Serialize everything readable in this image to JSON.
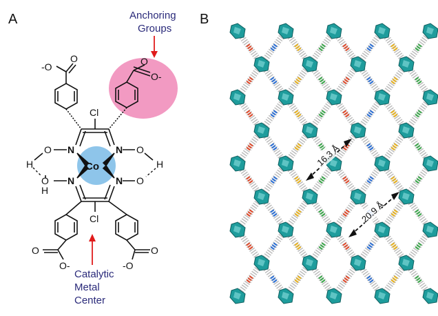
{
  "panels": {
    "a": {
      "label": "A"
    },
    "b": {
      "label": "B"
    }
  },
  "molecule": {
    "metal": "Co",
    "halide_top": "Cl",
    "halide_bottom": "Cl",
    "n": "N",
    "o": "O",
    "h": "H",
    "carbonyl_o": "O",
    "carboxylate_o": "-O",
    "carboxylate_o_right": "O-"
  },
  "callouts": {
    "anchoring_line1": "Anchoring",
    "anchoring_line2": "Groups",
    "catalytic_line1": "Catalytic",
    "catalytic_line2": "Metal",
    "catalytic_line3": "Center"
  },
  "dimensions": {
    "pore_small": "16.3 Å",
    "pore_large": "20.9 Å"
  },
  "colors": {
    "anchor_highlight": "#f29ac2",
    "metal_highlight": "#8ec5ea",
    "arrow": "#e01b1b",
    "callout_text": "#2a2a7a",
    "node": "#1e9c9c"
  }
}
